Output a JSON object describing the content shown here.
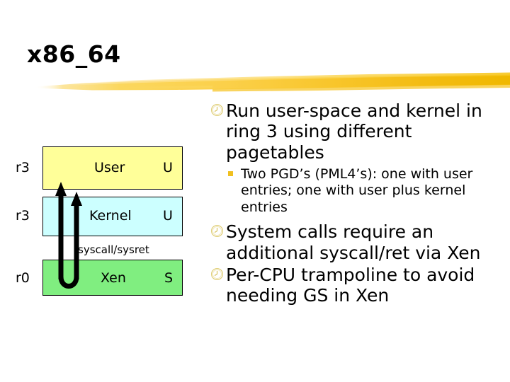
{
  "slide": {
    "title": "x86_64",
    "accent_color": "#f5c518",
    "background": "#ffffff"
  },
  "diagram": {
    "name": "x86_64-ring-layout-diagram",
    "rings": [
      {
        "ring_label": "r3",
        "layer_name": "User",
        "mode": "U",
        "fill": "#ffff99"
      },
      {
        "ring_label": "r3",
        "layer_name": "Kernel",
        "mode": "U",
        "fill": "#ccffff"
      },
      {
        "ring_label": "r0",
        "layer_name": "Xen",
        "mode": "S",
        "fill": "#80ee80"
      }
    ],
    "transition_label": "syscall/sysret",
    "arrow_color": "#000000"
  },
  "bullets": [
    {
      "level": 1,
      "icon": "clock-icon",
      "icon_color": "#e8d98a",
      "text": "Run user-space and kernel in ring 3 using different pagetables"
    },
    {
      "level": 2,
      "icon": "square-bullet-icon",
      "icon_color": "#f0c020",
      "text": "Two PGD’s (PML4’s): one with user entries; one with user plus kernel entries"
    },
    {
      "level": 1,
      "icon": "clock-icon",
      "icon_color": "#e8d98a",
      "text": "System calls require an additional syscall/ret via Xen"
    },
    {
      "level": 1,
      "icon": "clock-icon",
      "icon_color": "#e8d98a",
      "text": "Per-CPU trampoline to avoid needing GS in Xen"
    }
  ]
}
